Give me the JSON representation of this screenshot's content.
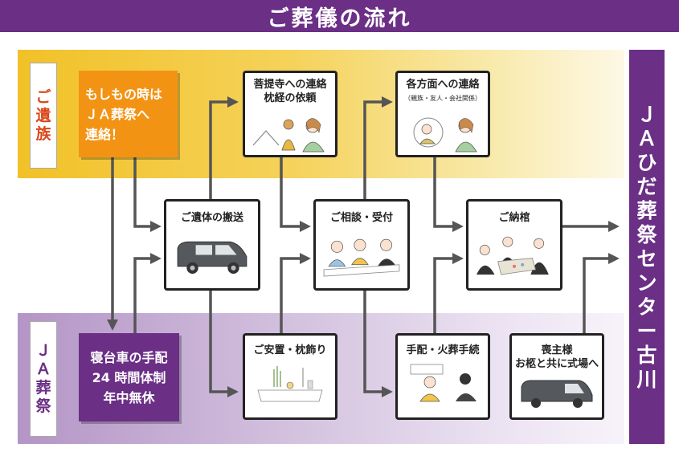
{
  "title": "ご葬儀の流れ",
  "bands": {
    "family": {
      "label_chars": [
        "ご",
        "遺",
        "族"
      ]
    },
    "ja": {
      "label_chars": [
        "Ｊ",
        "Ａ",
        "葬",
        "祭"
      ]
    }
  },
  "family_box": {
    "lines": [
      "もしもの時は",
      "ＪＡ葬祭へ",
      "連絡！"
    ]
  },
  "ja_box": {
    "lines": [
      "寝台車の手配",
      "24 時間体制",
      "年中無休"
    ]
  },
  "steps": {
    "temple": {
      "lines": [
        "菩提寺への連絡",
        "枕経の依頼"
      ]
    },
    "contacts": {
      "title": "各方面への連絡",
      "note": "（親族・友人・会社関係）"
    },
    "transport": {
      "title": "ご遺体の搬送"
    },
    "consult": {
      "title": "ご相談・受付"
    },
    "encoffin": {
      "title": "ご納棺"
    },
    "altar": {
      "title": "ご安置・枕飾り"
    },
    "arrange": {
      "title": "手配・火葬手続"
    },
    "hall": {
      "lines": [
        "喪主様",
        "お柩と共に式場へ"
      ]
    }
  },
  "center_name_chars": [
    "Ｊ",
    "Ａ",
    "ひ",
    "だ",
    "葬",
    "祭",
    "セ",
    "ン",
    "タ",
    "ー",
    "古",
    "川"
  ],
  "colors": {
    "title_bar": "#6b2f86",
    "family_band": "#f1c127",
    "family_box": "#f39314",
    "ja_band": "#b495c6",
    "ja_box": "#6b2f86",
    "arrow": "#555555"
  }
}
